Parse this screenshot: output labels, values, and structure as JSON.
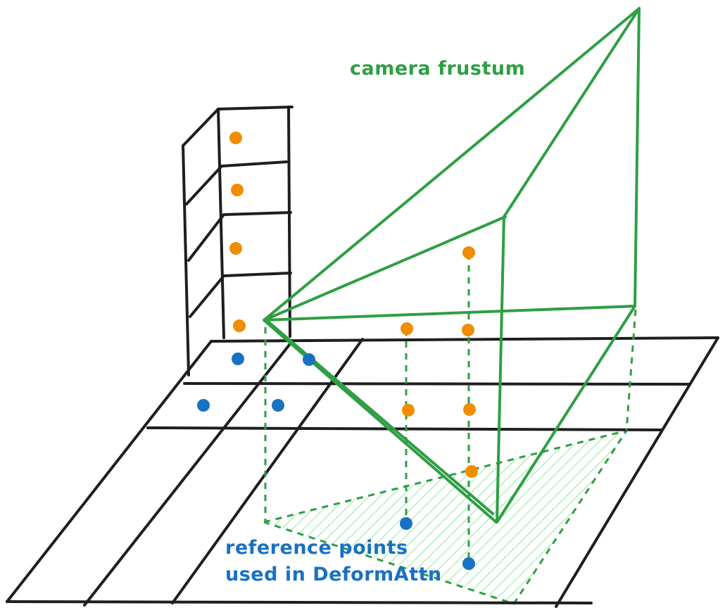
{
  "labels": {
    "frustum": "camera frustum",
    "reference_line1": "reference points",
    "reference_line2": "used in DeformAttn"
  },
  "colors": {
    "frustum": "#2f9e44",
    "hatch": "#8ce99a",
    "grid": "#1e1e1e",
    "orange_point": "#f08c00",
    "blue_point": "#1971c2"
  }
}
